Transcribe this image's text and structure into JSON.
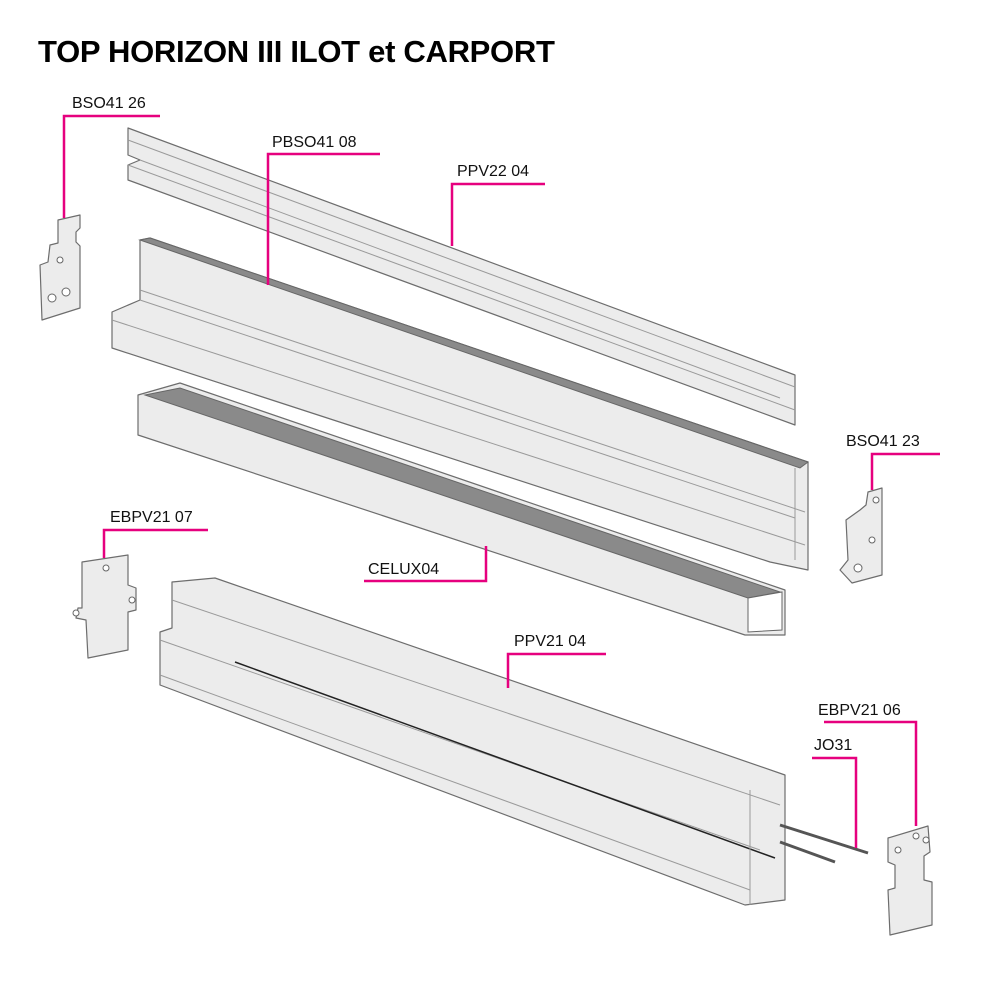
{
  "title": "TOP HORIZON III ILOT et CARPORT",
  "labels": {
    "bso41_26": "BSO41 26",
    "pbso41_08": "PBSO41 08",
    "ppv22_04": "PPV22 04",
    "bso41_23": "BSO41 23",
    "ebpv21_07": "EBPV21 07",
    "celux04": "CELUX04",
    "ppv21_04": "PPV21 04",
    "ebpv21_06": "EBPV21 06",
    "jo31": "JO31"
  },
  "colors": {
    "leader": "#e6007e",
    "part": "#ececec",
    "outline": "#6d6d6d"
  }
}
